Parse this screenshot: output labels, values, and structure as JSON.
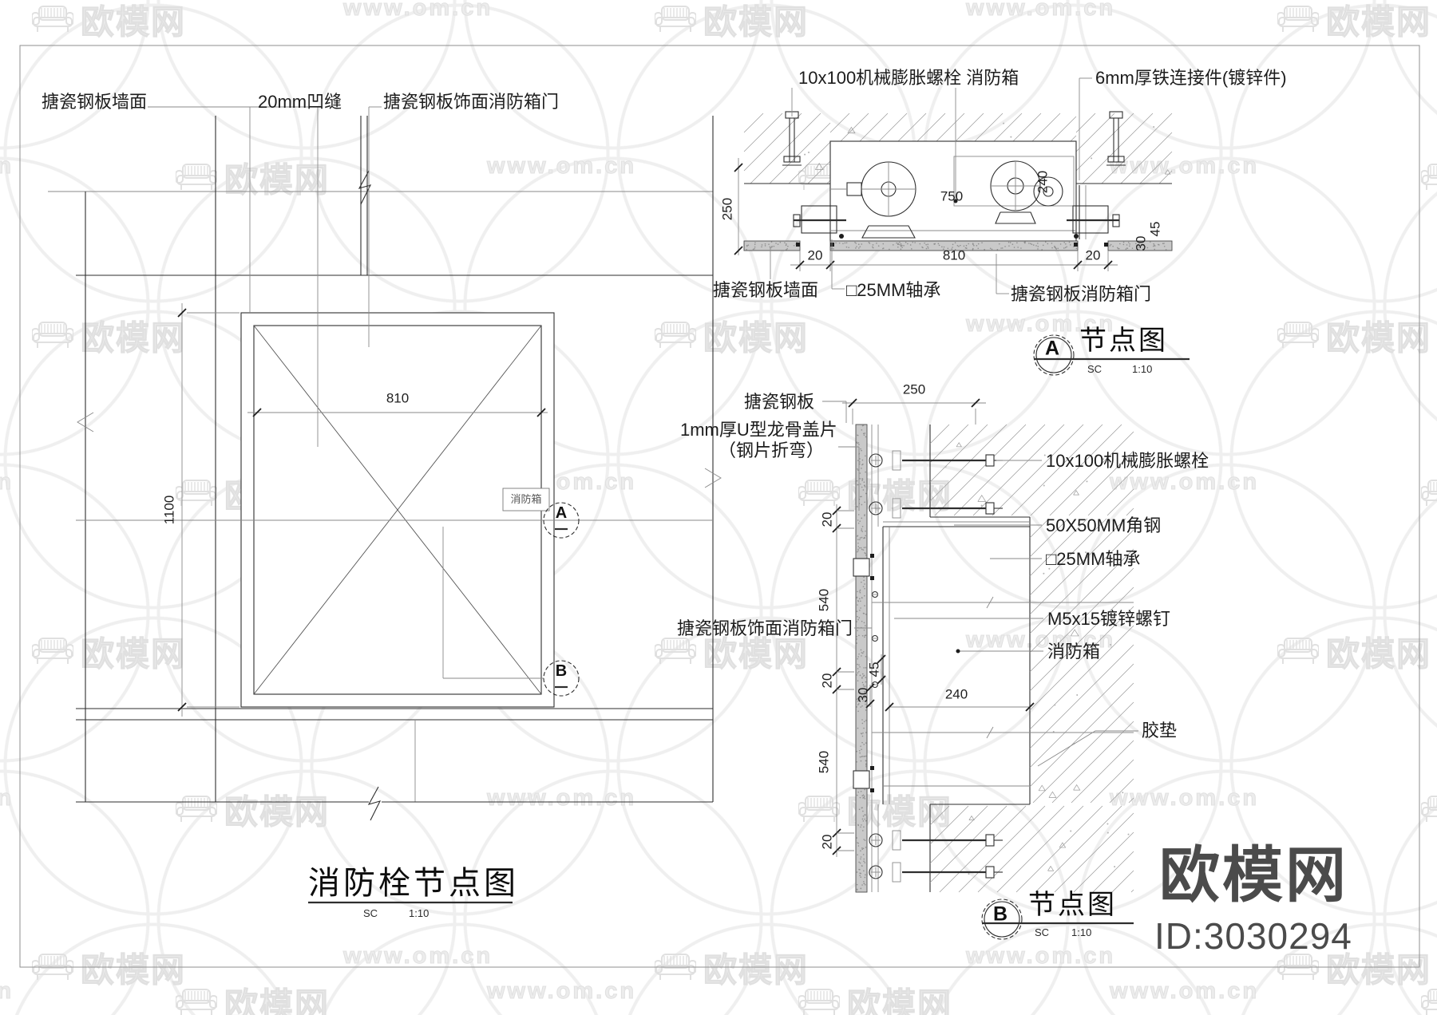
{
  "watermark": {
    "brand": "欧模网",
    "site": "www.om.cn"
  },
  "branding": {
    "logo": "欧模网",
    "model_id": "ID:3030294"
  },
  "elevation": {
    "title": "消防栓节点图",
    "scale_label": "SC",
    "scale_value": "1:10",
    "label_wall": "搪瓷钢板墙面",
    "label_groove": "20mm凹缝",
    "label_door": "搪瓷钢板饰面消防箱门",
    "box_tag": "消防箱",
    "dim_width": "810",
    "dim_height": "1100",
    "marker_a": "A",
    "marker_b": "B"
  },
  "detail_a": {
    "marker": "A",
    "title": "节点图",
    "scale_label": "SC",
    "scale_value": "1:10",
    "label_anchor_box": "10x100机械膨胀螺栓 消防箱",
    "label_connector": "6mm厚铁连接件(镀锌件)",
    "label_wall": "搪瓷钢板墙面",
    "label_bearing": "□25MM轴承",
    "label_door": "搪瓷钢板消防箱门",
    "dim_250": "250",
    "dim_750": "750",
    "dim_240": "240",
    "dim_45": "45",
    "dim_30": "30",
    "dim_20_left": "20",
    "dim_810": "810",
    "dim_20_right": "20"
  },
  "detail_b": {
    "marker": "B",
    "title": "节点图",
    "scale_label": "SC",
    "scale_value": "1:10",
    "dim_250": "250",
    "label_panel": "搪瓷钢板",
    "label_u_cover_1": "1mm厚U型龙骨盖片",
    "label_u_cover_2": "（钢片折弯）",
    "label_door": "搪瓷钢板饰面消防箱门",
    "label_anchor": "10x100机械膨胀螺栓",
    "label_angle": "50X50MM角钢",
    "label_bearing": "□25MM轴承",
    "label_screw": "M5x15镀锌螺钉",
    "label_box": "消防箱",
    "label_gasket": "胶垫",
    "dim_20_1": "20",
    "dim_540_1": "540",
    "dim_20_2": "20",
    "dim_540_2": "540",
    "dim_20_3": "20",
    "dim_45": "45",
    "dim_30": "30",
    "dim_240": "240"
  }
}
